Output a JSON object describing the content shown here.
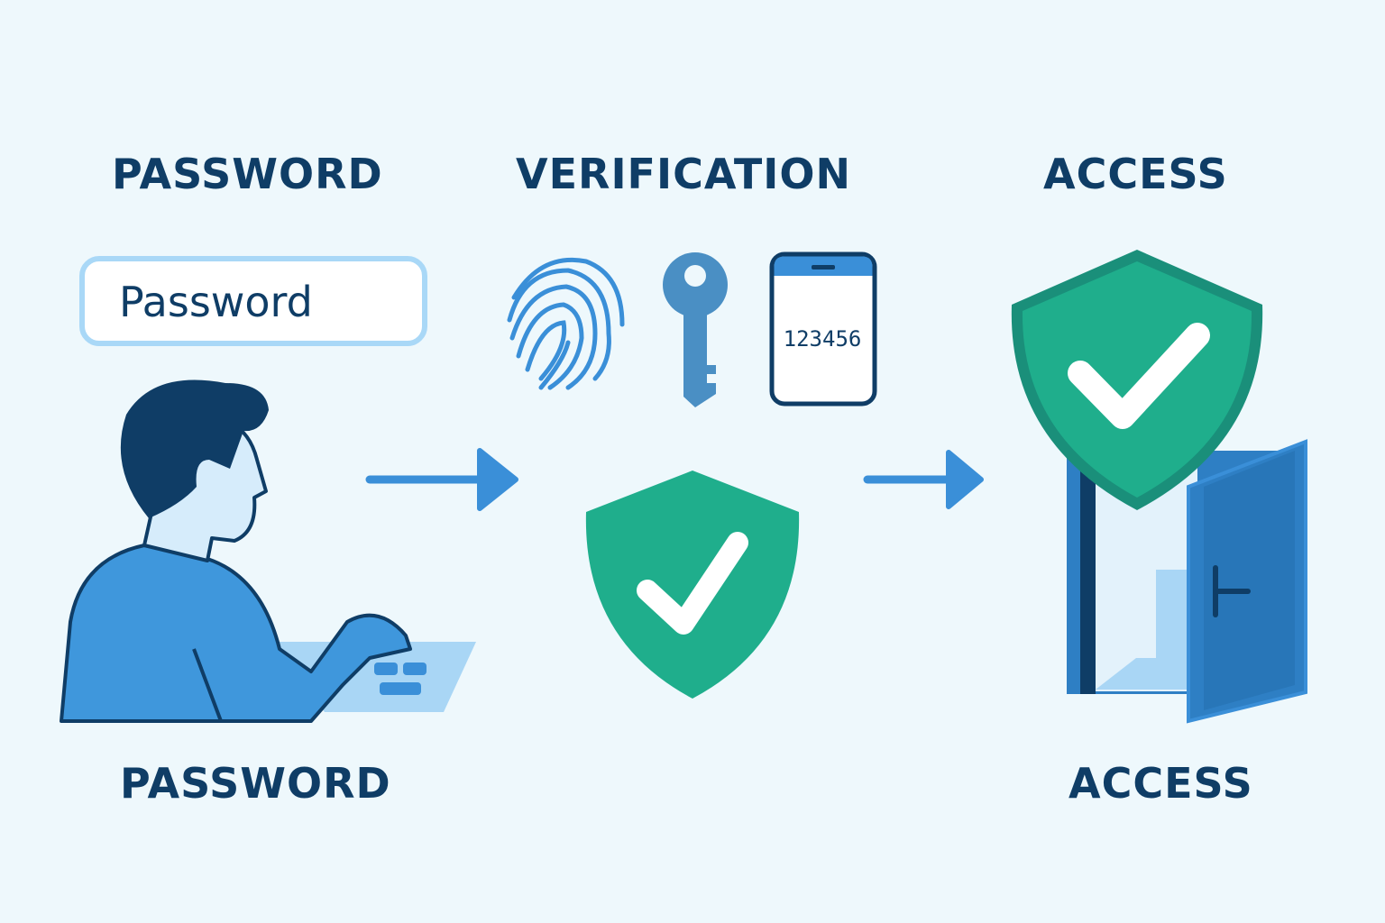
{
  "steps": {
    "password_title": "PASSWORD",
    "verification_title": "VERIFICATION",
    "access_title": "ACCESS",
    "password_caption": "PASSWORD",
    "access_caption": "ACCESS"
  },
  "password_field": {
    "value": "Password"
  },
  "verification": {
    "otp_code": "123456"
  },
  "colors": {
    "text": "#0f3d66",
    "accent_blue": "#3a8fd8",
    "shield_green": "#1fae8c",
    "background": "#eef8fc"
  }
}
